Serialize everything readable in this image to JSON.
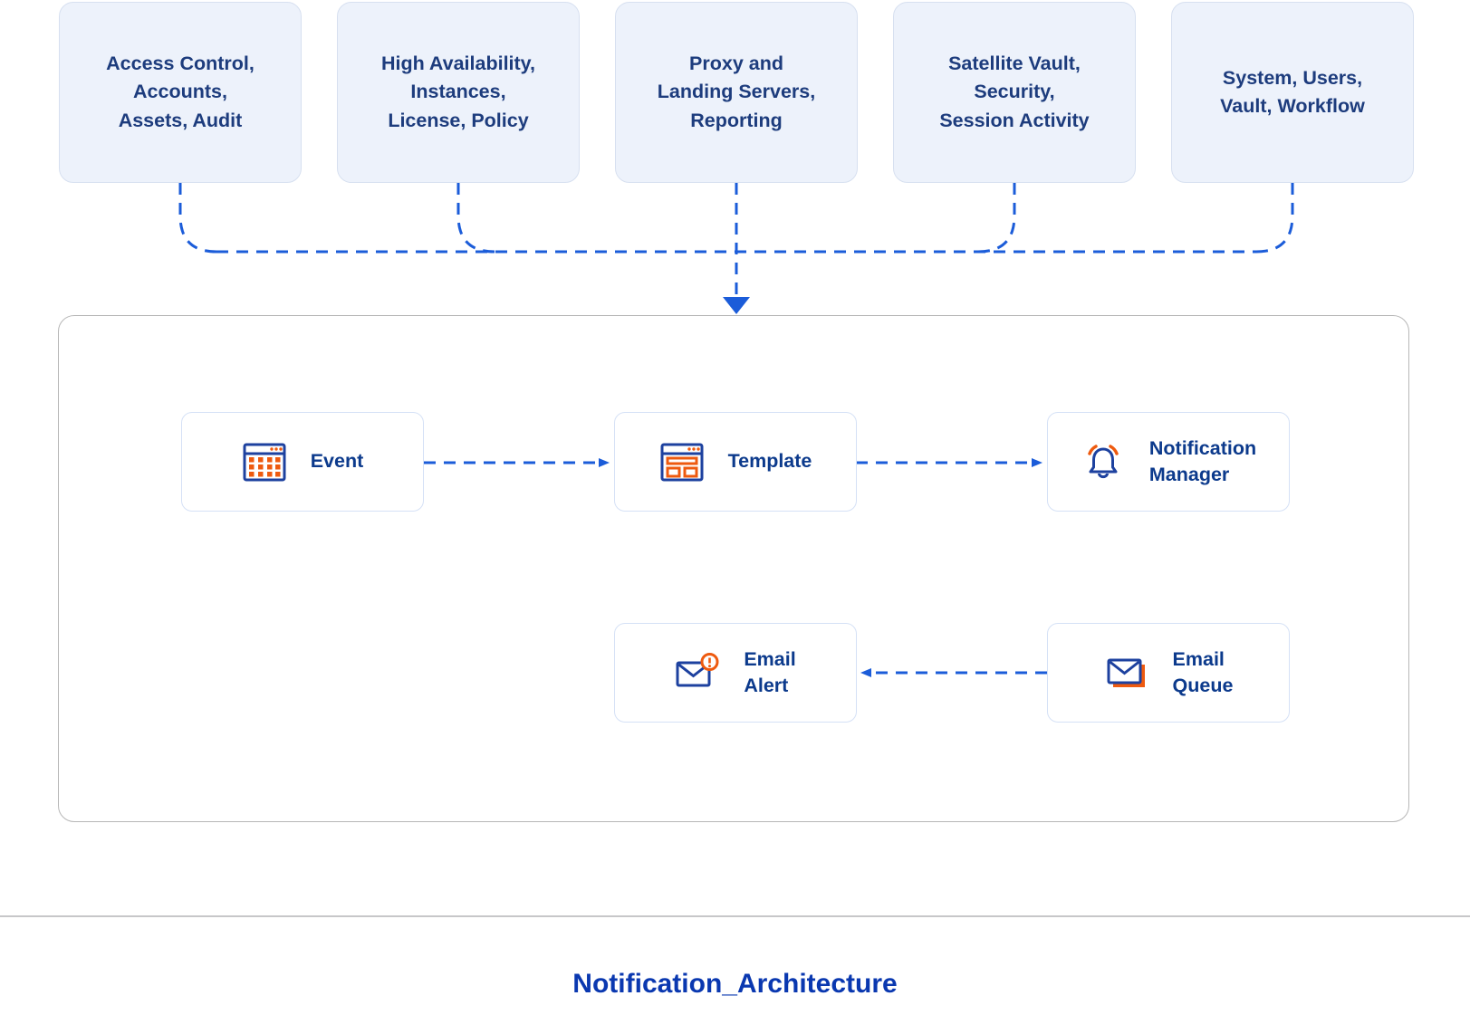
{
  "title": "Notification_Architecture",
  "top_boxes": [
    {
      "id": "box-1",
      "label": "Access Control,\nAccounts,\nAssets, Audit"
    },
    {
      "id": "box-2",
      "label": "High Availability,\nInstances,\nLicense, Policy"
    },
    {
      "id": "box-3",
      "label": "Proxy and\nLanding Servers,\nReporting"
    },
    {
      "id": "box-4",
      "label": "Satellite Vault,\nSecurity,\nSession Activity"
    },
    {
      "id": "box-5",
      "label": "System, Users,\nVault, Workflow"
    }
  ],
  "nodes": [
    {
      "id": "event",
      "label": "Event",
      "icon": "calendar-grid-icon"
    },
    {
      "id": "template",
      "label": "Template",
      "icon": "browser-template-icon"
    },
    {
      "id": "notification-manager",
      "label": "Notification\nManager",
      "icon": "bell-icon"
    },
    {
      "id": "email-alert",
      "label": "Email\nAlert",
      "icon": "envelope-alert-icon"
    },
    {
      "id": "email-queue",
      "label": "Email\nQueue",
      "icon": "envelope-stack-icon"
    }
  ],
  "edges": [
    {
      "from": "top-boxes",
      "to": "container",
      "style": "dashed-arrow-down"
    },
    {
      "from": "event",
      "to": "template",
      "style": "dashed-arrow"
    },
    {
      "from": "template",
      "to": "notification-manager",
      "style": "dashed-arrow"
    },
    {
      "from": "email-queue",
      "to": "email-alert",
      "style": "dashed-arrow"
    }
  ],
  "colors": {
    "connector_blue": "#1b5cd9",
    "icon_blue": "#1d419f",
    "icon_orange": "#ee5a0f",
    "top_box_bg": "#edf2fb",
    "top_box_text": "#1d3c7d",
    "node_label_blue": "#0c3a8c",
    "title_blue": "#0a38b0",
    "container_border": "#b7b7b7"
  }
}
